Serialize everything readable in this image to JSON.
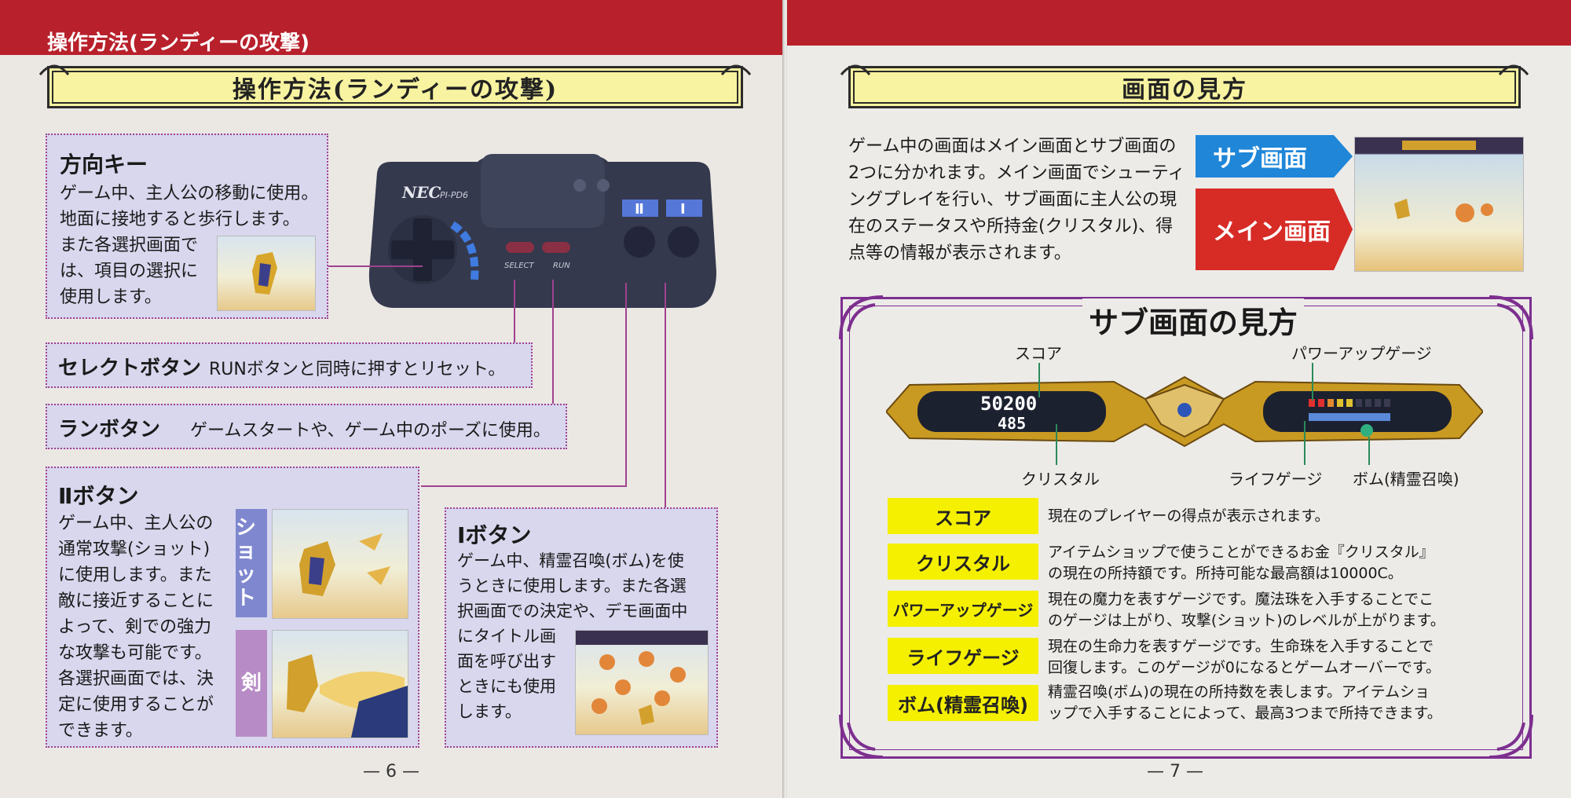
{
  "header": {
    "section": "操作方法(ランディーの攻撃)"
  },
  "left": {
    "banner_title": "操作方法(ランディーの攻撃)",
    "dpad": {
      "heading": "方向キー",
      "lines": [
        "ゲーム中、主人公の移動に使用。",
        "地面に接地すると歩行します。",
        "また各選択画面で",
        "は、項目の選択に",
        "使用します。"
      ]
    },
    "controller": {
      "brand": "NEC",
      "model": "PI-PD6",
      "select": "SELECT",
      "run": "RUN",
      "btn2": "Ⅱ",
      "btn1": "Ⅰ"
    },
    "select_button": {
      "label": "セレクトボタン",
      "text": "RUNボタンと同時に押すとリセット。"
    },
    "run_button": {
      "label": "ランボタン",
      "text": "ゲームスタートや、ゲーム中のポーズに使用。"
    },
    "button2": {
      "heading": "Ⅱボタン",
      "lines": [
        "ゲーム中、主人公の",
        "通常攻撃(ショット)",
        "に使用します。また",
        "敵に接近することに",
        "よって、剣での強力",
        "な攻撃も可能です。",
        "各選択画面では、決",
        "定に使用することが",
        "できます。"
      ],
      "tag_shot": "ショット",
      "tag_sword": "剣"
    },
    "button1": {
      "heading": "Ⅰボタン",
      "lines": [
        "ゲーム中、精霊召喚(ボム)を使",
        "うときに使用します。また各選",
        "択画面での決定や、デモ画面中",
        "にタイトル画",
        "面を呼び出す",
        "ときにも使用",
        "します。"
      ]
    },
    "page_number": "— 6 —"
  },
  "right": {
    "banner_title": "画面の見方",
    "intro_lines": [
      "ゲーム中の画面はメイン画面とサブ画面の",
      "2つに分かれます。メイン画面でシューティ",
      "ングプレイを行い、サブ画面に主人公の現",
      "在のステータスや所持金(クリスタル)、得",
      "点等の情報が表示されます。"
    ],
    "tag_sub": "サブ画面",
    "tag_main": "メイン画面",
    "sub_title": "サブ画面の見方",
    "hud": {
      "score": "50200",
      "crystal": "485"
    },
    "callouts": {
      "score": "スコア",
      "powerup": "パワーアップゲージ",
      "crystal": "クリスタル",
      "life": "ライフゲージ",
      "bomb": "ボム(精霊召喚)"
    },
    "legend": [
      {
        "label": "スコア",
        "desc": [
          "現在のプレイヤーの得点が表示されます。"
        ]
      },
      {
        "label": "クリスタル",
        "desc": [
          "アイテムショップで使うことができるお金『クリスタル』",
          "の現在の所持額です。所持可能な最高額は10000C。"
        ]
      },
      {
        "label": "パワーアップゲージ",
        "desc": [
          "現在の魔力を表すゲージです。魔法珠を入手することでこ",
          "のゲージは上がり、攻撃(ショット)のレベルが上がります。"
        ]
      },
      {
        "label": "ライフゲージ",
        "desc": [
          "現在の生命力を表すゲージです。生命珠を入手することで",
          "回復します。このゲージが0になるとゲームオーバーです。"
        ]
      },
      {
        "label": "ボム(精霊召喚)",
        "desc": [
          "精霊召喚(ボム)の現在の所持数を表します。アイテムショ",
          "ップで入手することによって、最高3つまで所持できます。"
        ]
      }
    ],
    "page_number": "— 7 —"
  }
}
